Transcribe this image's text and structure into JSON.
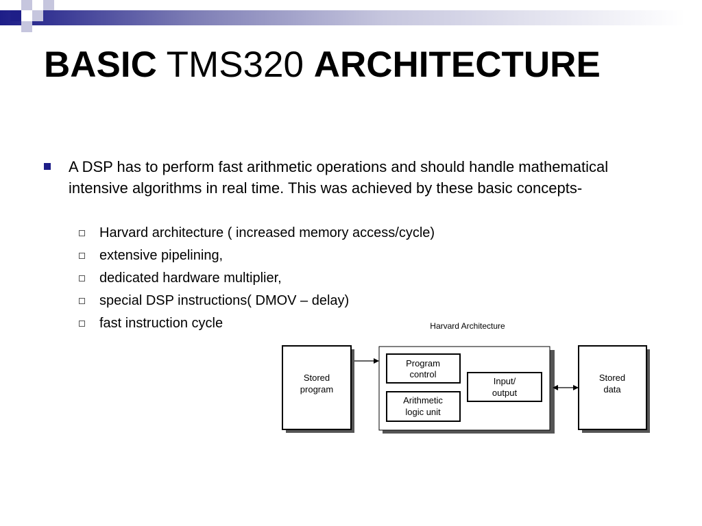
{
  "slide": {
    "title_part1": "BASIC",
    "title_part2": " TMS320 ",
    "title_part3": "ARCHITECTURE",
    "main_bullet": "A DSP has to perform fast arithmetic operations and should handle mathematical intensive algorithms in real time. This was achieved by these basic concepts-",
    "sub_bullets": [
      "Harvard architecture ( increased memory access/cycle)",
      "extensive pipelining,",
      "dedicated hardware multiplier,",
      "special DSP instructions( DMOV – delay)",
      "fast instruction cycle"
    ]
  },
  "diagram": {
    "title": "Harvard Architecture",
    "stored_program": [
      "Stored",
      "program"
    ],
    "program_control": [
      "Program",
      "control"
    ],
    "arithmetic_logic_unit": [
      "Arithmetic",
      "logic unit"
    ],
    "input_output": [
      "Input/",
      "output"
    ],
    "stored_data": [
      "Stored",
      "data"
    ]
  },
  "colors": {
    "accent": "#1e1e88",
    "band_light": "#c6c6de"
  }
}
